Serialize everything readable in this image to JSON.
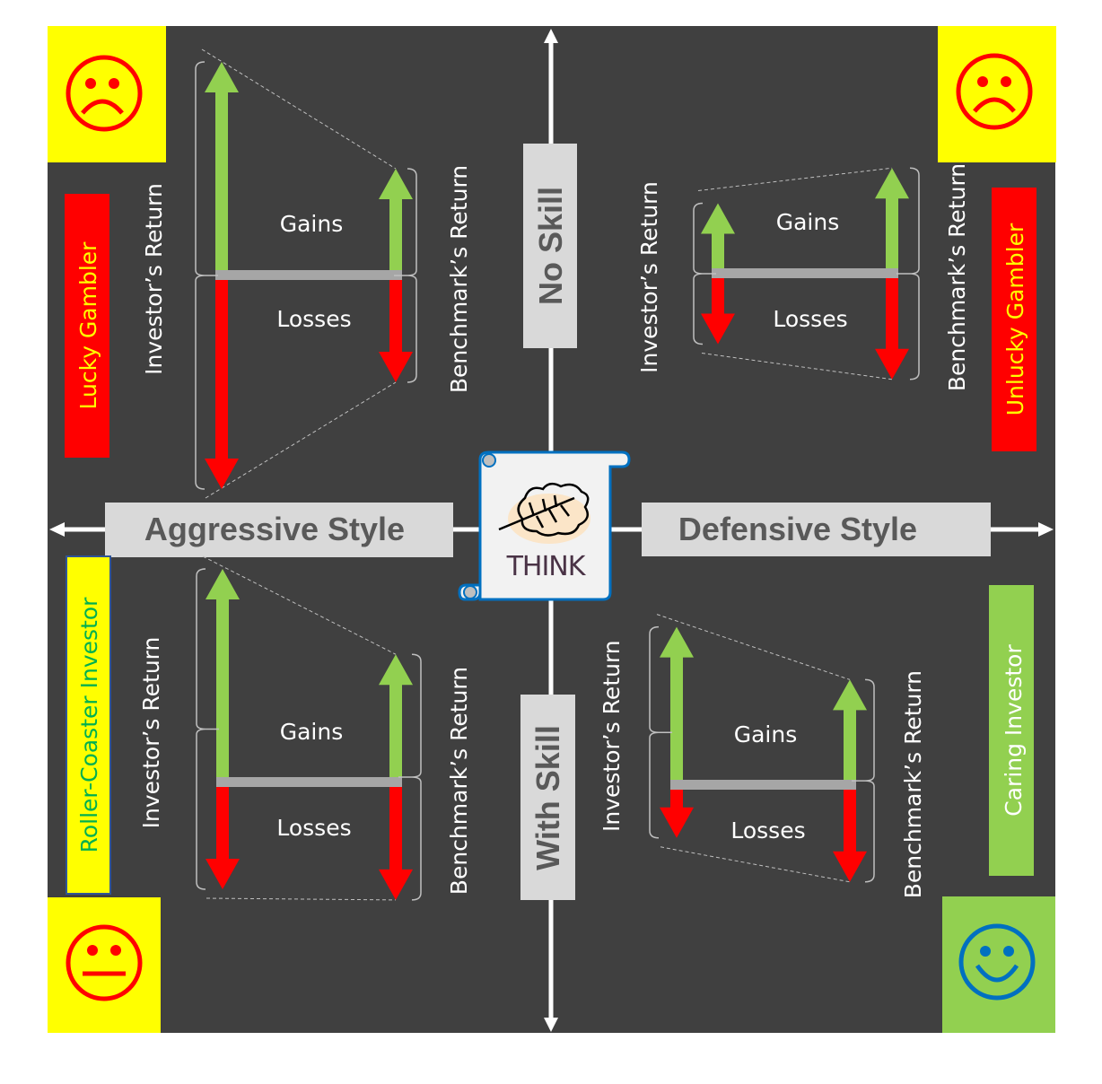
{
  "title": "Investor Style vs Skill Quadrant",
  "colors": {
    "background": "#404040",
    "gain": "#92d050",
    "loss": "#ff0000",
    "baseline": "#a6a6a6",
    "axis_label_box": "#d9d9d9",
    "axis_label_text": "#595959",
    "sad_box": "#ffff00",
    "happy_box": "#92d050",
    "face_red": "#ff0000",
    "face_blue": "#0070c0"
  },
  "axes": {
    "horizontal_left": "Aggressive Style",
    "horizontal_right": "Defensive Style",
    "vertical_top": "No Skill",
    "vertical_bottom": "With Skill"
  },
  "center_logo": {
    "text": "THINK",
    "icon": "leaf-brain-icon"
  },
  "quadrants": [
    {
      "id": "top-left",
      "type_label": "Lucky Gambler",
      "type_label_color": "#ffff00",
      "type_box_color": "#ff0000",
      "face": "sad-face-icon",
      "investor_label": "Investor’s Return",
      "benchmark_label": "Benchmark’s Return",
      "gains_label": "Gains",
      "losses_label": "Losses",
      "investor_gain": 1.0,
      "investor_loss": 1.0,
      "benchmark_gain": 0.5,
      "benchmark_loss": 0.5
    },
    {
      "id": "top-right",
      "type_label": "Unlucky Gambler",
      "type_label_color": "#ffff00",
      "type_box_color": "#ff0000",
      "face": "sad-face-icon",
      "investor_label": "Investor’s Return",
      "benchmark_label": "Benchmark’s Return",
      "gains_label": "Gains",
      "losses_label": "Losses",
      "investor_gain": 0.5,
      "investor_loss": 0.5,
      "benchmark_gain": 0.75,
      "benchmark_loss": 0.75
    },
    {
      "id": "bottom-left",
      "type_label": "Roller-Coaster Investor",
      "type_label_color": "#00b050",
      "type_box_color": "#ffff00",
      "face": "neutral-face-icon",
      "investor_label": "Investor’s Return",
      "benchmark_label": "Benchmark’s Return",
      "gains_label": "Gains",
      "losses_label": "Losses",
      "investor_gain": 1.0,
      "investor_loss": 0.5,
      "benchmark_gain": 0.6,
      "benchmark_loss": 0.55
    },
    {
      "id": "bottom-right",
      "type_label": "Caring Investor",
      "type_label_color": "#ffffff",
      "type_box_color": "#92d050",
      "face": "happy-face-icon",
      "investor_label": "Investor’s Return",
      "benchmark_label": "Benchmark’s Return",
      "gains_label": "Gains",
      "losses_label": "Losses",
      "investor_gain": 0.9,
      "investor_loss": 0.3,
      "benchmark_gain": 0.6,
      "benchmark_loss": 0.55
    }
  ]
}
